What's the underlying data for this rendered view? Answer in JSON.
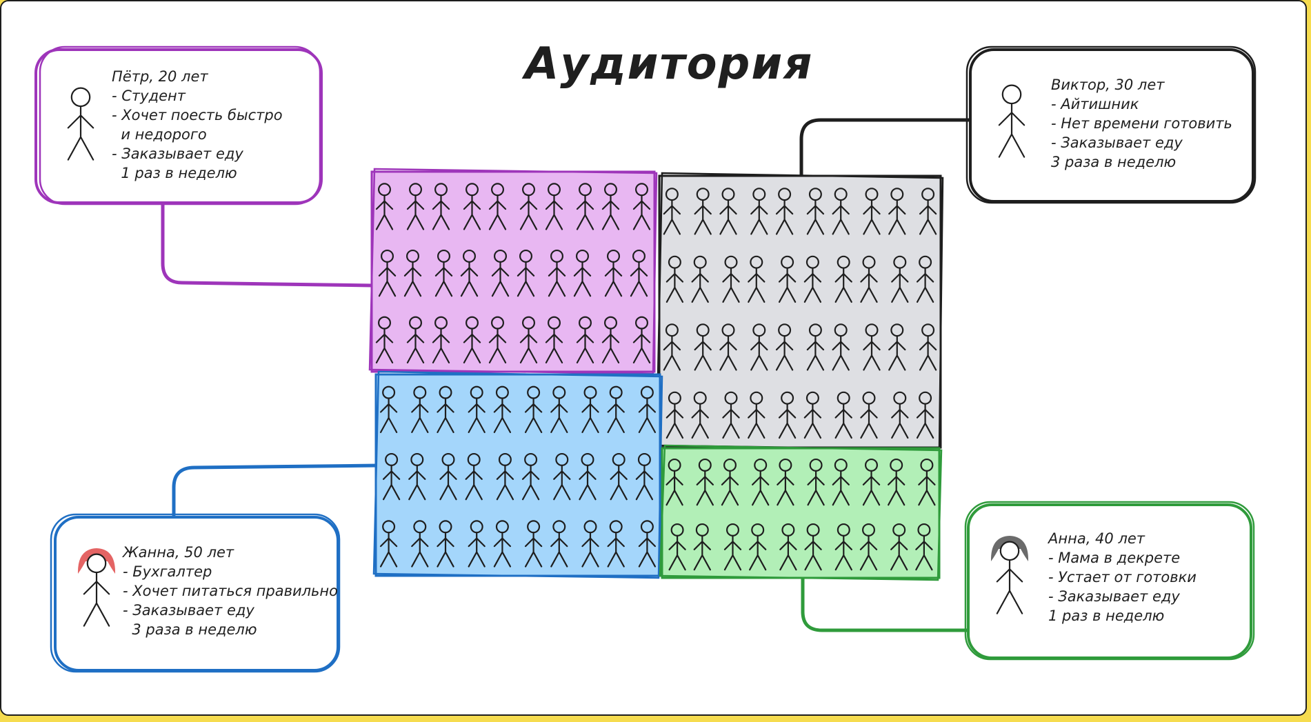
{
  "title": "Аудитория",
  "colors": {
    "purple": "#9e35ba",
    "purple_fill": "#e8b7f2",
    "black": "#1e1e1e",
    "gray_fill": "#dedfe3",
    "blue": "#1f6fc4",
    "blue_fill": "#a4d6fb",
    "green": "#2f9b3b",
    "green_fill": "#b2efb7",
    "red_hair": "#e46464",
    "gray_hair": "#6b6b6b"
  },
  "personas": [
    {
      "id": "petr",
      "color": "purple",
      "lines": [
        "Пётр, 20 лет",
        "- Студент",
        "- Хочет поесть быстро",
        "  и недорого",
        "- Заказывает еду",
        "  1 раз в неделю"
      ]
    },
    {
      "id": "viktor",
      "color": "black",
      "lines": [
        "Виктор, 30 лет",
        "- Айтишник",
        "- Нет времени готовить",
        "- Заказывает еду",
        "3 раза в неделю"
      ]
    },
    {
      "id": "zhanna",
      "color": "blue",
      "hair": "red_hair",
      "lines": [
        "Жанна, 50 лет",
        "- Бухгалтер",
        "- Хочет питаться правильно",
        "- Заказывает еду",
        "  3 раза в неделю"
      ]
    },
    {
      "id": "anna",
      "color": "green",
      "hair": "gray_hair",
      "lines": [
        "Анна, 40 лет",
        "- Мама в декрете",
        "- Устает от готовки",
        "- Заказывает еду",
        "1 раз в неделю"
      ]
    }
  ],
  "segments": [
    {
      "id": "purple",
      "stroke": "purple",
      "fill": "purple_fill",
      "rows": 3,
      "cols": 10
    },
    {
      "id": "gray",
      "stroke": "black",
      "fill": "gray_fill",
      "rows": 4,
      "cols": 10
    },
    {
      "id": "blue",
      "stroke": "blue",
      "fill": "blue_fill",
      "rows": 3,
      "cols": 10
    },
    {
      "id": "green",
      "stroke": "green",
      "fill": "green_fill",
      "rows": 2,
      "cols": 10
    }
  ]
}
